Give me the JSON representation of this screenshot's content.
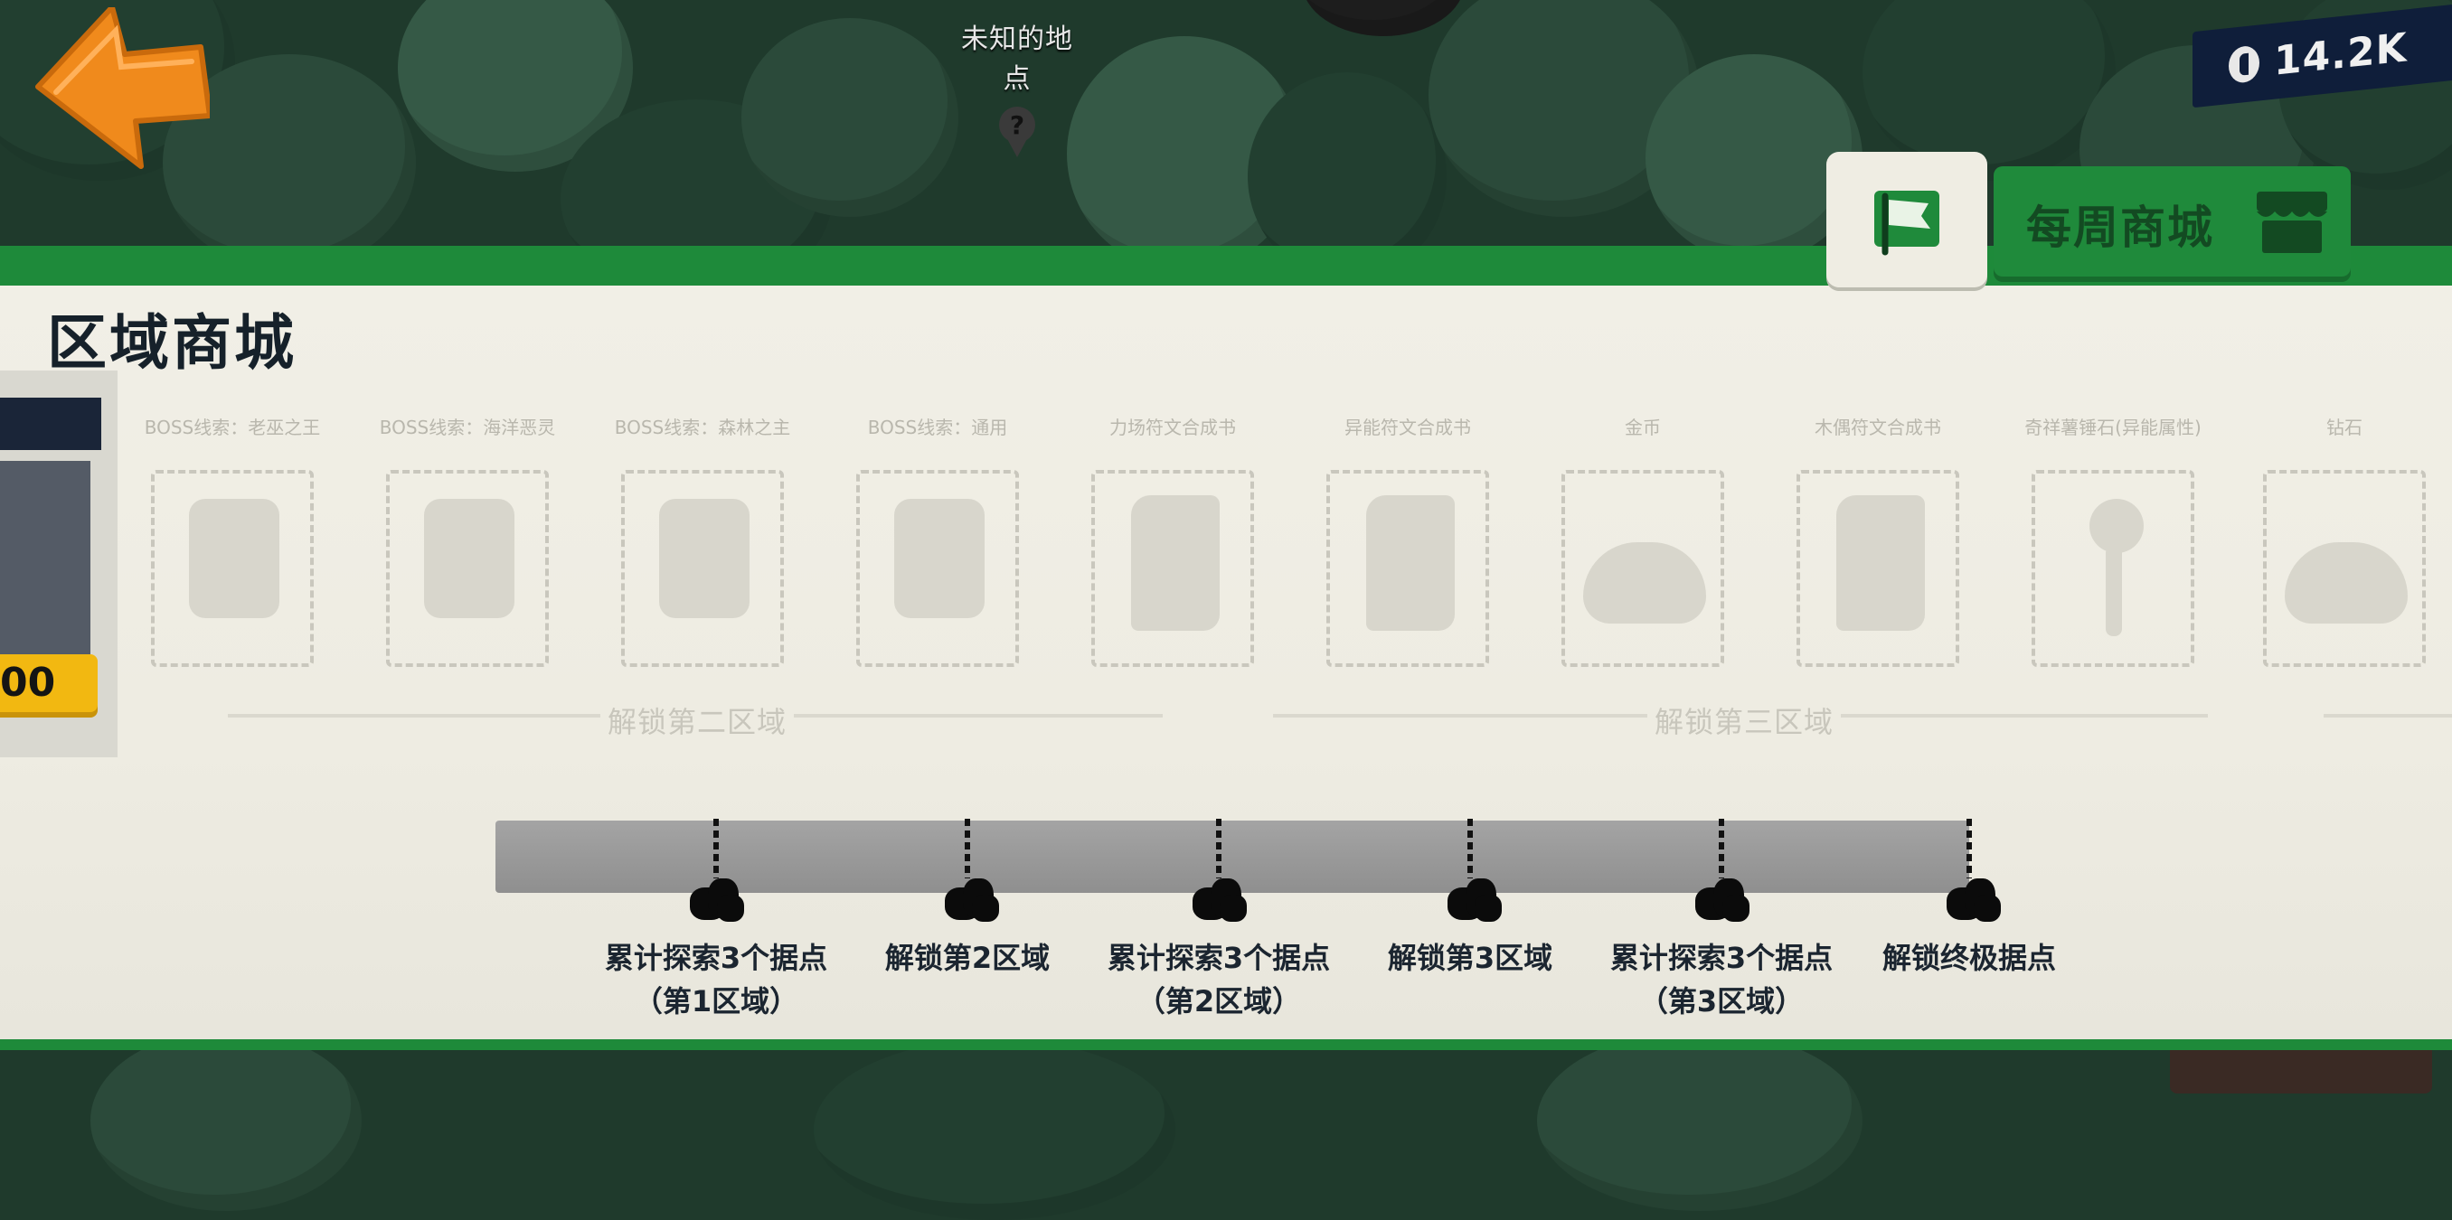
{
  "place": {
    "label": "未知的地点"
  },
  "currency": {
    "value": "14.2K",
    "icon": "coin-icon"
  },
  "tabs": {
    "region_icon": "flag-icon",
    "weekly_label": "每周商城",
    "weekly_icon": "shop-awning-icon"
  },
  "panel": {
    "title": "区域商城"
  },
  "side_card": {
    "price": "00"
  },
  "slots": [
    {
      "label": "BOSS线索：老巫之王",
      "shape": "card"
    },
    {
      "label": "BOSS线索：海洋恶灵",
      "shape": "card"
    },
    {
      "label": "BOSS线索：森林之主",
      "shape": "card"
    },
    {
      "label": "BOSS线索：通用",
      "shape": "card"
    },
    {
      "label": "力场符文合成书",
      "shape": "scroll"
    },
    {
      "label": "异能符文合成书",
      "shape": "scroll"
    },
    {
      "label": "金币",
      "shape": "pile"
    },
    {
      "label": "木偶符文合成书",
      "shape": "scroll"
    },
    {
      "label": "奇祥薯锤石(异能属性)",
      "shape": "hammer"
    },
    {
      "label": "钻石",
      "shape": "pile"
    }
  ],
  "unlocks": [
    {
      "label": "解锁第二区域"
    },
    {
      "label": "解锁第三区域"
    }
  ],
  "milestones": [
    {
      "label": "累计探索3个据点（第1区域）"
    },
    {
      "label": "解锁第2区域"
    },
    {
      "label": "累计探索3个据点（第2区域）"
    },
    {
      "label": "解锁第3区域"
    },
    {
      "label": "累计探索3个据点（第3区域）"
    },
    {
      "label": "解锁终极据点"
    }
  ],
  "colors": {
    "panel_green": "#1e8a3a",
    "currency_bg": "#0f1e3a",
    "price_yellow": "#f2b811",
    "back_orange": "#f08a1c"
  }
}
